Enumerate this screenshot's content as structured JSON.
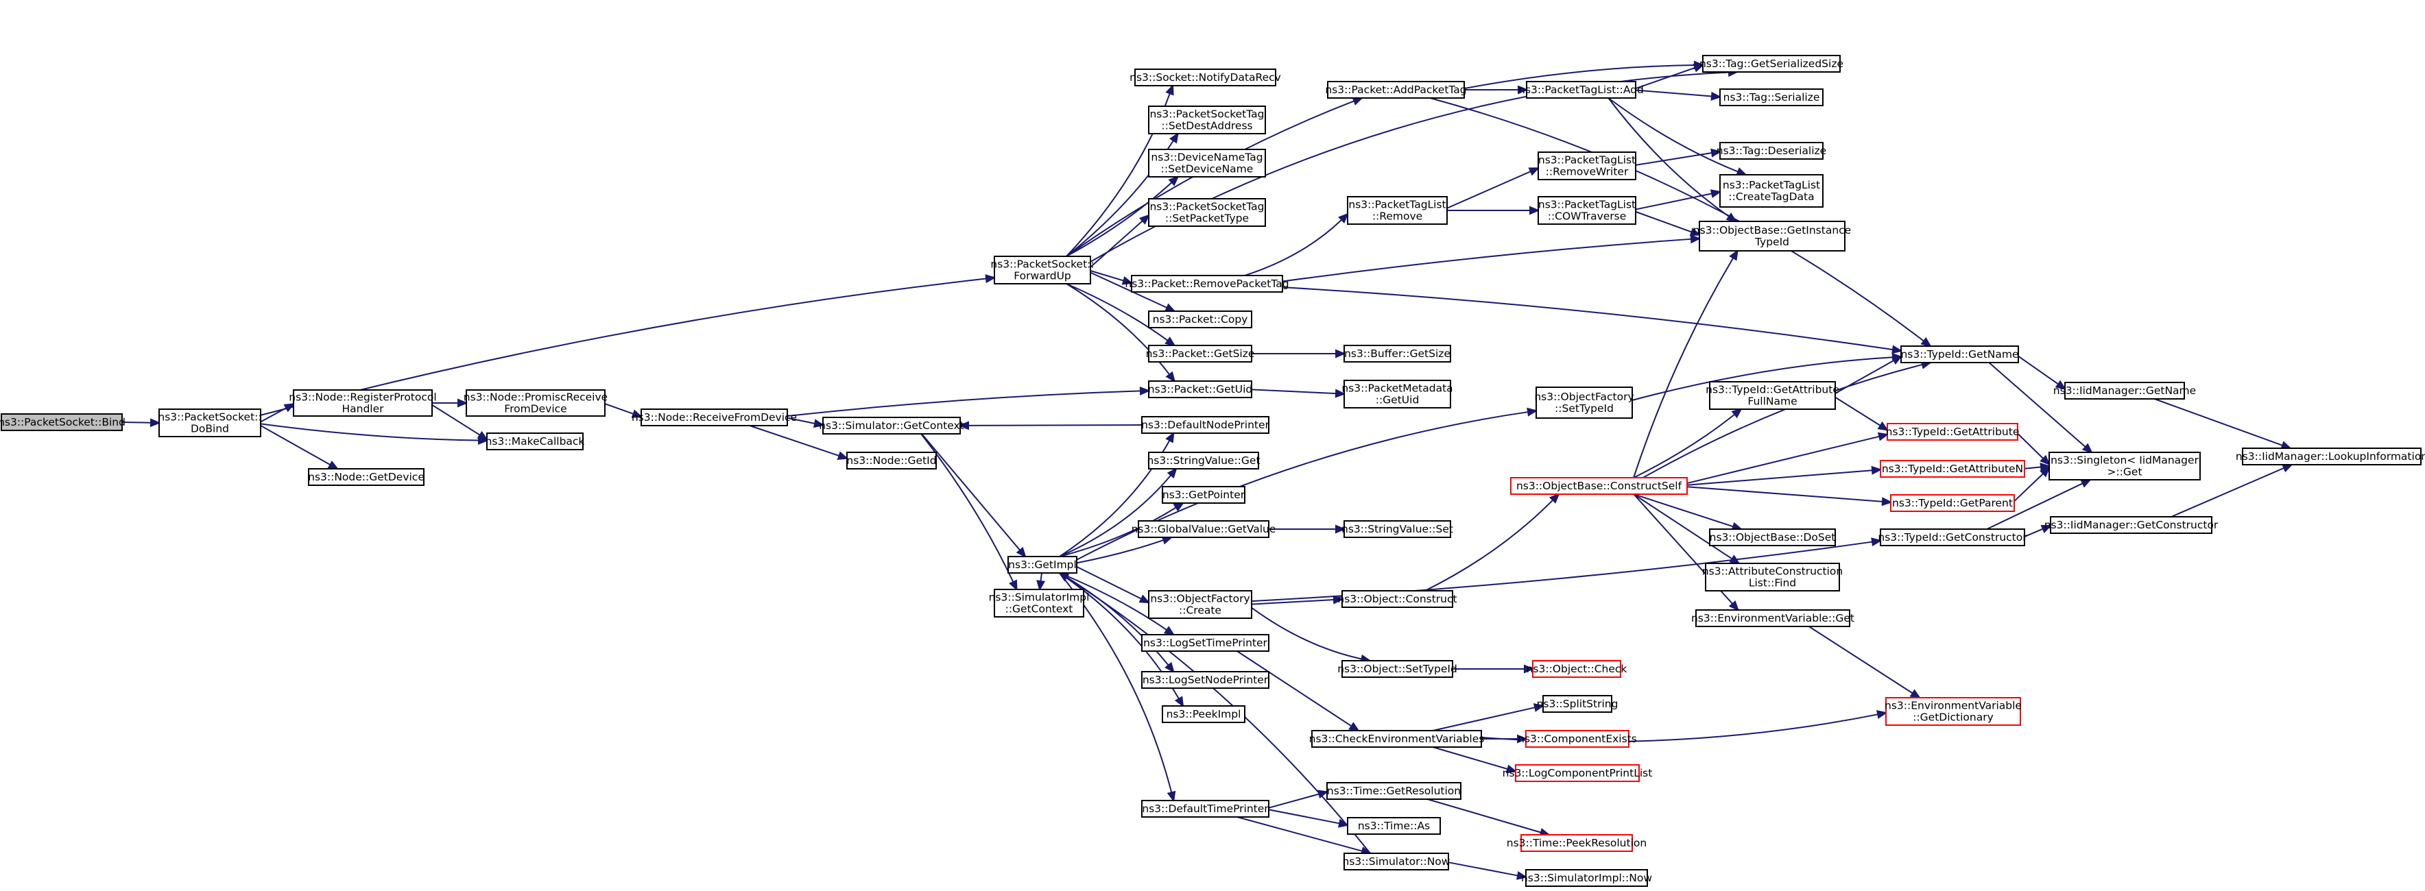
{
  "graph": {
    "nodes": [
      {
        "id": "bind",
        "lines": [
          "ns3::PacketSocket::Bind"
        ],
        "style": "root"
      },
      {
        "id": "dobind",
        "lines": [
          "ns3::PacketSocket::",
          "DoBind"
        ]
      },
      {
        "id": "regproto",
        "lines": [
          "ns3::Node::RegisterProtocol",
          "Handler"
        ]
      },
      {
        "id": "getdevice",
        "lines": [
          "ns3::Node::GetDevice"
        ]
      },
      {
        "id": "makecallback",
        "lines": [
          "ns3::MakeCallback"
        ]
      },
      {
        "id": "promisc",
        "lines": [
          "ns3::Node::PromiscReceive",
          "FromDevice"
        ]
      },
      {
        "id": "recvfrom",
        "lines": [
          "ns3::Node::ReceiveFromDevice"
        ]
      },
      {
        "id": "getcontext",
        "lines": [
          "ns3::Simulator::GetContext"
        ]
      },
      {
        "id": "getid",
        "lines": [
          "ns3::Node::GetId"
        ]
      },
      {
        "id": "simimplctx",
        "lines": [
          "ns3::SimulatorImpl",
          "::GetContext"
        ]
      },
      {
        "id": "getimpl",
        "lines": [
          "ns3::GetImpl"
        ]
      },
      {
        "id": "forwardup",
        "lines": [
          "ns3::PacketSocket::",
          "ForwardUp"
        ]
      },
      {
        "id": "notifydatarecv",
        "lines": [
          "ns3::Socket::NotifyDataRecv"
        ]
      },
      {
        "id": "setdestaddr",
        "lines": [
          "ns3::PacketSocketTag",
          "::SetDestAddress"
        ]
      },
      {
        "id": "setdevicename",
        "lines": [
          "ns3::DeviceNameTag",
          "::SetDeviceName"
        ]
      },
      {
        "id": "setpackettype",
        "lines": [
          "ns3::PacketSocketTag",
          "::SetPacketType"
        ]
      },
      {
        "id": "removepackettag",
        "lines": [
          "ns3::Packet::RemovePacketTag"
        ]
      },
      {
        "id": "packetcopy",
        "lines": [
          "ns3::Packet::Copy"
        ]
      },
      {
        "id": "packetgetsize",
        "lines": [
          "ns3::Packet::GetSize"
        ]
      },
      {
        "id": "packetgetuid",
        "lines": [
          "ns3::Packet::GetUid"
        ]
      },
      {
        "id": "addpackettag",
        "lines": [
          "ns3::Packet::AddPacketTag"
        ]
      },
      {
        "id": "ptlremove",
        "lines": [
          "ns3::PacketTagList",
          "::Remove"
        ]
      },
      {
        "id": "ptladd",
        "lines": [
          "ns3::PacketTagList::Add"
        ]
      },
      {
        "id": "ptlremovewriter",
        "lines": [
          "ns3::PacketTagList",
          "::RemoveWriter"
        ]
      },
      {
        "id": "ptlcow",
        "lines": [
          "ns3::PacketTagList",
          "::COWTraverse"
        ]
      },
      {
        "id": "taggetsersize",
        "lines": [
          "ns3::Tag::GetSerializedSize"
        ]
      },
      {
        "id": "tagserialize",
        "lines": [
          "ns3::Tag::Serialize"
        ]
      },
      {
        "id": "tagdeserialize",
        "lines": [
          "ns3::Tag::Deserialize"
        ]
      },
      {
        "id": "createtagdata",
        "lines": [
          "ns3::PacketTagList",
          "::CreateTagData"
        ]
      },
      {
        "id": "getinstancetypeid",
        "lines": [
          "ns3::ObjectBase::GetInstance",
          "TypeId"
        ]
      },
      {
        "id": "buffergetsize",
        "lines": [
          "ns3::Buffer::GetSize"
        ]
      },
      {
        "id": "pmgetuid",
        "lines": [
          "ns3::PacketMetadata",
          "::GetUid"
        ]
      },
      {
        "id": "defaultnodeprinter",
        "lines": [
          "ns3::DefaultNodePrinter"
        ]
      },
      {
        "id": "stringvalueget",
        "lines": [
          "ns3::StringValue::Get"
        ]
      },
      {
        "id": "getpointer",
        "lines": [
          "ns3::GetPointer"
        ]
      },
      {
        "id": "globalvaluegetvalue",
        "lines": [
          "ns3::GlobalValue::GetValue"
        ]
      },
      {
        "id": "stringvalueset",
        "lines": [
          "ns3::StringValue::Set"
        ]
      },
      {
        "id": "objfactorycreate",
        "lines": [
          "ns3::ObjectFactory",
          "::Create"
        ]
      },
      {
        "id": "objectconstruct",
        "lines": [
          "ns3::Object::Construct"
        ]
      },
      {
        "id": "objsettypeid",
        "lines": [
          "ns3::Object::SetTypeId"
        ]
      },
      {
        "id": "objectcheck",
        "lines": [
          "ns3::Object::Check"
        ],
        "style": "red"
      },
      {
        "id": "logsettimeprinter",
        "lines": [
          "ns3::LogSetTimePrinter"
        ]
      },
      {
        "id": "logsetnodeprinter",
        "lines": [
          "ns3::LogSetNodePrinter"
        ]
      },
      {
        "id": "peekimpl",
        "lines": [
          "ns3::PeekImpl"
        ]
      },
      {
        "id": "checkenvvars",
        "lines": [
          "ns3::CheckEnvironmentVariables"
        ]
      },
      {
        "id": "splitstring",
        "lines": [
          "ns3::SplitString"
        ]
      },
      {
        "id": "componentexists",
        "lines": [
          "ns3::ComponentExists"
        ],
        "style": "red"
      },
      {
        "id": "logcompprintlist",
        "lines": [
          "ns3::LogComponentPrintList"
        ],
        "style": "red"
      },
      {
        "id": "defaulttimeprinter",
        "lines": [
          "ns3::DefaultTimePrinter"
        ]
      },
      {
        "id": "timegetres",
        "lines": [
          "ns3::Time::GetResolution"
        ]
      },
      {
        "id": "timeas",
        "lines": [
          "ns3::Time::As"
        ]
      },
      {
        "id": "timepeekres",
        "lines": [
          "ns3::Time::PeekResolution"
        ],
        "style": "red"
      },
      {
        "id": "simnow",
        "lines": [
          "ns3::Simulator::Now"
        ]
      },
      {
        "id": "simimplnow",
        "lines": [
          "ns3::SimulatorImpl::Now"
        ]
      },
      {
        "id": "objfactorysettypeid",
        "lines": [
          "ns3::ObjectFactory",
          "::SetTypeId"
        ]
      },
      {
        "id": "constructself",
        "lines": [
          "ns3::ObjectBase::ConstructSelf"
        ],
        "style": "red"
      },
      {
        "id": "getattrfullname",
        "lines": [
          "ns3::TypeId::GetAttribute",
          "FullName"
        ]
      },
      {
        "id": "typeidgetname",
        "lines": [
          "ns3::TypeId::GetName"
        ]
      },
      {
        "id": "typeidgetattr",
        "lines": [
          "ns3::TypeId::GetAttribute"
        ],
        "style": "red"
      },
      {
        "id": "typeidgetattrn",
        "lines": [
          "ns3::TypeId::GetAttributeN"
        ],
        "style": "red"
      },
      {
        "id": "typeidgetparent",
        "lines": [
          "ns3::TypeId::GetParent"
        ],
        "style": "red"
      },
      {
        "id": "typeidgetconstructor",
        "lines": [
          "ns3::TypeId::GetConstructor"
        ]
      },
      {
        "id": "objectbasedoset",
        "lines": [
          "ns3::ObjectBase::DoSet"
        ]
      },
      {
        "id": "attrconstrfind",
        "lines": [
          "ns3::AttributeConstruction",
          "List::Find"
        ]
      },
      {
        "id": "envvarget",
        "lines": [
          "ns3::EnvironmentVariable::Get"
        ]
      },
      {
        "id": "envvargetdict",
        "lines": [
          "ns3::EnvironmentVariable",
          "::GetDictionary"
        ],
        "style": "red"
      },
      {
        "id": "iidgetname",
        "lines": [
          "ns3::IidManager::GetName"
        ]
      },
      {
        "id": "singletonget",
        "lines": [
          "ns3::Singleton< IidManager",
          ">::Get"
        ]
      },
      {
        "id": "iidgetconstructor",
        "lines": [
          "ns3::IidManager::GetConstructor"
        ]
      },
      {
        "id": "iidlookupinfo",
        "lines": [
          "ns3::IidManager::LookupInformation"
        ]
      }
    ]
  }
}
